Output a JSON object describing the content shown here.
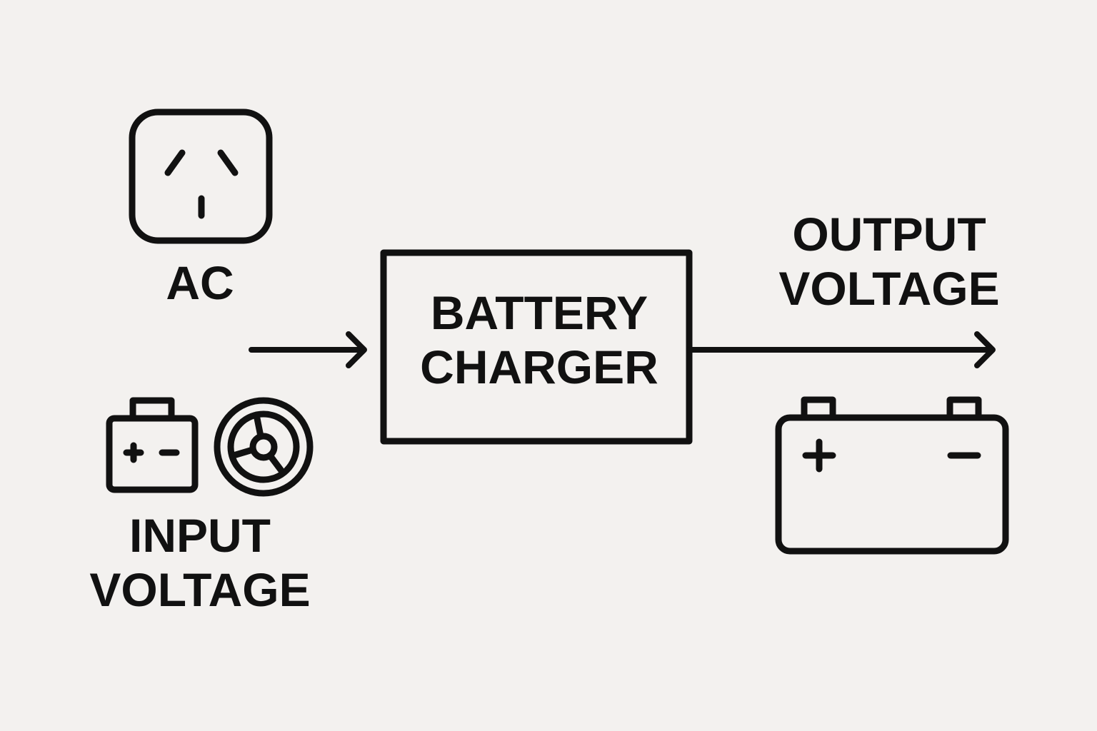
{
  "colors": {
    "background": "#f3f1ef",
    "stroke": "#111111"
  },
  "ac_source": {
    "icon": "ac-outlet-icon",
    "label": "AC"
  },
  "input_source": {
    "icons": [
      "battery-icon",
      "wheel-gauge-icon"
    ],
    "battery_signs": "+ −",
    "label_line1": "INPUT",
    "label_line2": "VOLTAGE"
  },
  "charger": {
    "label_line1": "BATTERY",
    "label_line2": "CHARGER"
  },
  "output": {
    "label_line1": "OUTPUT",
    "label_line2": "VOLTAGE",
    "icon": "battery-icon",
    "plus": "+",
    "minus": "−"
  },
  "edges": [
    {
      "from": "input_source",
      "to": "charger"
    },
    {
      "from": "charger",
      "to": "output"
    }
  ]
}
